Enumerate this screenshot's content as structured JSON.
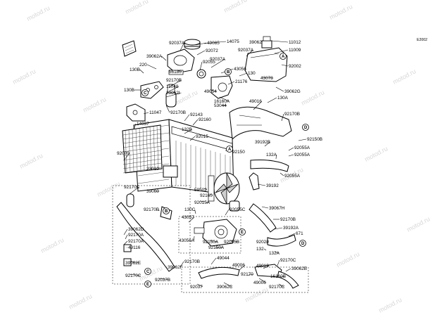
{
  "diagram": {
    "code": "E2002",
    "watermark": "motod.ru",
    "labels": [
      {
        "id": "p92037a_1",
        "text": "92037A"
      },
      {
        "id": "p14075",
        "text": "14075"
      },
      {
        "id": "p49085",
        "text": "49085"
      },
      {
        "id": "p39062",
        "text": "39062"
      },
      {
        "id": "p11012",
        "text": "11012"
      },
      {
        "id": "p11009",
        "text": "11009"
      },
      {
        "id": "p39062a",
        "text": "39062A"
      },
      {
        "id": "p92072",
        "text": "92072"
      },
      {
        "id": "p92037a_2",
        "text": "92037A"
      },
      {
        "id": "p92037a_3",
        "text": "92037A"
      },
      {
        "id": "p43056",
        "text": "43056"
      },
      {
        "id": "p92002",
        "text": "92002"
      },
      {
        "id": "p220",
        "text": "220"
      },
      {
        "id": "p130b_1",
        "text": "130B"
      },
      {
        "id": "p56180",
        "text": "56180"
      },
      {
        "id": "p92055",
        "text": "92055"
      },
      {
        "id": "p130",
        "text": "130"
      },
      {
        "id": "p21176",
        "text": "21176"
      },
      {
        "id": "p43078",
        "text": "43078"
      },
      {
        "id": "p92170b_1",
        "text": "92170B"
      },
      {
        "id": "p11048",
        "text": "11048"
      },
      {
        "id": "p130b_2",
        "text": "130B"
      },
      {
        "id": "p39062i",
        "text": "39062I"
      },
      {
        "id": "p49054",
        "text": "49054"
      },
      {
        "id": "p39062g",
        "text": "39062G"
      },
      {
        "id": "p130a_1",
        "text": "130A"
      },
      {
        "id": "p49016",
        "text": "49016"
      },
      {
        "id": "p16160a",
        "text": "16160A"
      },
      {
        "id": "p53044",
        "text": "53044"
      },
      {
        "id": "p92170b_2",
        "text": "92170B"
      },
      {
        "id": "p11047",
        "text": "11047"
      },
      {
        "id": "p92143",
        "text": "92143"
      },
      {
        "id": "p92170b_3",
        "text": "92170B"
      },
      {
        "id": "p14037",
        "text": "14037"
      },
      {
        "id": "p92160",
        "text": "92160"
      },
      {
        "id": "p132b",
        "text": "132B"
      },
      {
        "id": "p92015",
        "text": "92015"
      },
      {
        "id": "p39192b",
        "text": "39192B"
      },
      {
        "id": "p92150b",
        "text": "92150B"
      },
      {
        "id": "p92009",
        "text": "92009"
      },
      {
        "id": "p92150",
        "text": "92150"
      },
      {
        "id": "p132a_1",
        "text": "132A"
      },
      {
        "id": "p92055a_1",
        "text": "92055A"
      },
      {
        "id": "p92055a_2",
        "text": "92055A"
      },
      {
        "id": "p23010",
        "text": "23010"
      },
      {
        "id": "p92055a_3",
        "text": "92055A"
      },
      {
        "id": "p92170c_1",
        "text": "92170C"
      },
      {
        "id": "p59502",
        "text": "59502"
      },
      {
        "id": "p39060",
        "text": "39060"
      },
      {
        "id": "p92160_2",
        "text": "92160"
      },
      {
        "id": "p39192",
        "text": "39192"
      },
      {
        "id": "p92015a",
        "text": "92015A"
      },
      {
        "id": "p92170b_4",
        "text": "92170B"
      },
      {
        "id": "p39067h",
        "text": "39067H"
      },
      {
        "id": "p130c",
        "text": "130C"
      },
      {
        "id": "p92055c",
        "text": "92055C"
      },
      {
        "id": "p43057",
        "text": "43057"
      },
      {
        "id": "p92170b_5",
        "text": "92170B"
      },
      {
        "id": "p39062d",
        "text": "39062D"
      },
      {
        "id": "p92170a_1",
        "text": "92170A"
      },
      {
        "id": "p39192a",
        "text": "39192A"
      },
      {
        "id": "p671",
        "text": "671"
      },
      {
        "id": "p43056a",
        "text": "43056A"
      },
      {
        "id": "p92055b",
        "text": "92055B"
      },
      {
        "id": "p92150a_1",
        "text": "92150A"
      },
      {
        "id": "p92022",
        "text": "92022"
      },
      {
        "id": "p49116",
        "text": "49116"
      },
      {
        "id": "p92150a_2",
        "text": "92150A"
      },
      {
        "id": "p132",
        "text": "132"
      },
      {
        "id": "p92170a_2",
        "text": "92170A"
      },
      {
        "id": "p132a_2",
        "text": "132A"
      },
      {
        "id": "p49044",
        "text": "49044"
      },
      {
        "id": "p92170c_2",
        "text": "92170C"
      },
      {
        "id": "p49006_1",
        "text": "49006"
      },
      {
        "id": "p39062e",
        "text": "39062E"
      },
      {
        "id": "p39062f",
        "text": "39062F"
      },
      {
        "id": "p92170b_6",
        "text": "92170B"
      },
      {
        "id": "p49019",
        "text": "49019"
      },
      {
        "id": "p39062b",
        "text": "39062B"
      },
      {
        "id": "p92170c_3",
        "text": "92170C"
      },
      {
        "id": "p92170_1",
        "text": "92170"
      },
      {
        "id": "p16160b",
        "text": "16160B"
      },
      {
        "id": "p92037b",
        "text": "92037B"
      },
      {
        "id": "p92037",
        "text": "92037"
      },
      {
        "id": "p39062c",
        "text": "39062C"
      },
      {
        "id": "p49006_2",
        "text": "49006"
      },
      {
        "id": "p92170c_4",
        "text": "92170C"
      }
    ],
    "markers": [
      {
        "id": "mA1",
        "text": "A"
      },
      {
        "id": "mB1",
        "text": "B"
      },
      {
        "id": "mC1",
        "text": "C"
      },
      {
        "id": "mD1",
        "text": "D"
      },
      {
        "id": "mA2",
        "text": "A"
      },
      {
        "id": "mB2",
        "text": "B"
      },
      {
        "id": "mE1",
        "text": "E"
      },
      {
        "id": "mD2",
        "text": "D"
      },
      {
        "id": "mC2",
        "text": "C"
      },
      {
        "id": "mE2",
        "text": "E"
      }
    ]
  }
}
